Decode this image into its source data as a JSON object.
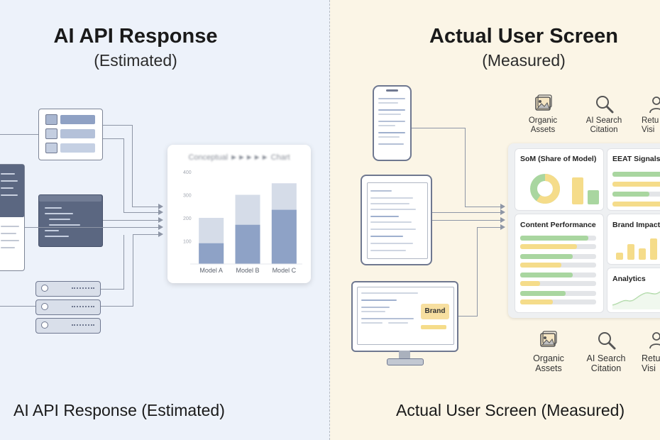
{
  "left_panel": {
    "title": "AI API Response",
    "subtitle": "(Estimated)",
    "caption": "AI API Response (Estimated)",
    "chart_data": {
      "type": "bar",
      "title": "Conceptual ►►►►► Chart",
      "categories": [
        "Model A",
        "Model B",
        "Model C"
      ],
      "series": [
        {
          "values": [
            90,
            170,
            235
          ]
        },
        {
          "values": [
            200,
            300,
            350
          ]
        }
      ],
      "yticks": [
        "400",
        "300",
        "200",
        "100"
      ],
      "ylim": [
        0,
        400
      ],
      "colors": [
        "#8ea2c6",
        "#d5dce8"
      ]
    }
  },
  "right_panel": {
    "title": "Actual User Screen",
    "subtitle": "(Measured)",
    "caption": "Actual User Screen (Measured)",
    "brand_label": "Brand",
    "top_icons": [
      {
        "label": "Organic\nAssets",
        "icon": "image-icon"
      },
      {
        "label": "AI Search\nCitation",
        "icon": "search-icon"
      },
      {
        "label": "Retu\nVisi",
        "icon": "user-icon"
      }
    ],
    "bottom_icons": [
      {
        "label": "Organic\nAssets",
        "icon": "image-icon"
      },
      {
        "label": "AI Search\nCitation",
        "icon": "search-icon"
      },
      {
        "label": "Retu\nVisi",
        "icon": "user-icon"
      }
    ],
    "dashboard": {
      "som": "SoM (Share of Model)",
      "eeat": "EEAT Signals",
      "content": "Content Performance",
      "brand_impact": "Brand Impact",
      "analytics": "Analytics"
    },
    "colors": {
      "green": "#a9d6a0",
      "yellow": "#f5dc8a",
      "gray": "#e3e5e8"
    }
  }
}
